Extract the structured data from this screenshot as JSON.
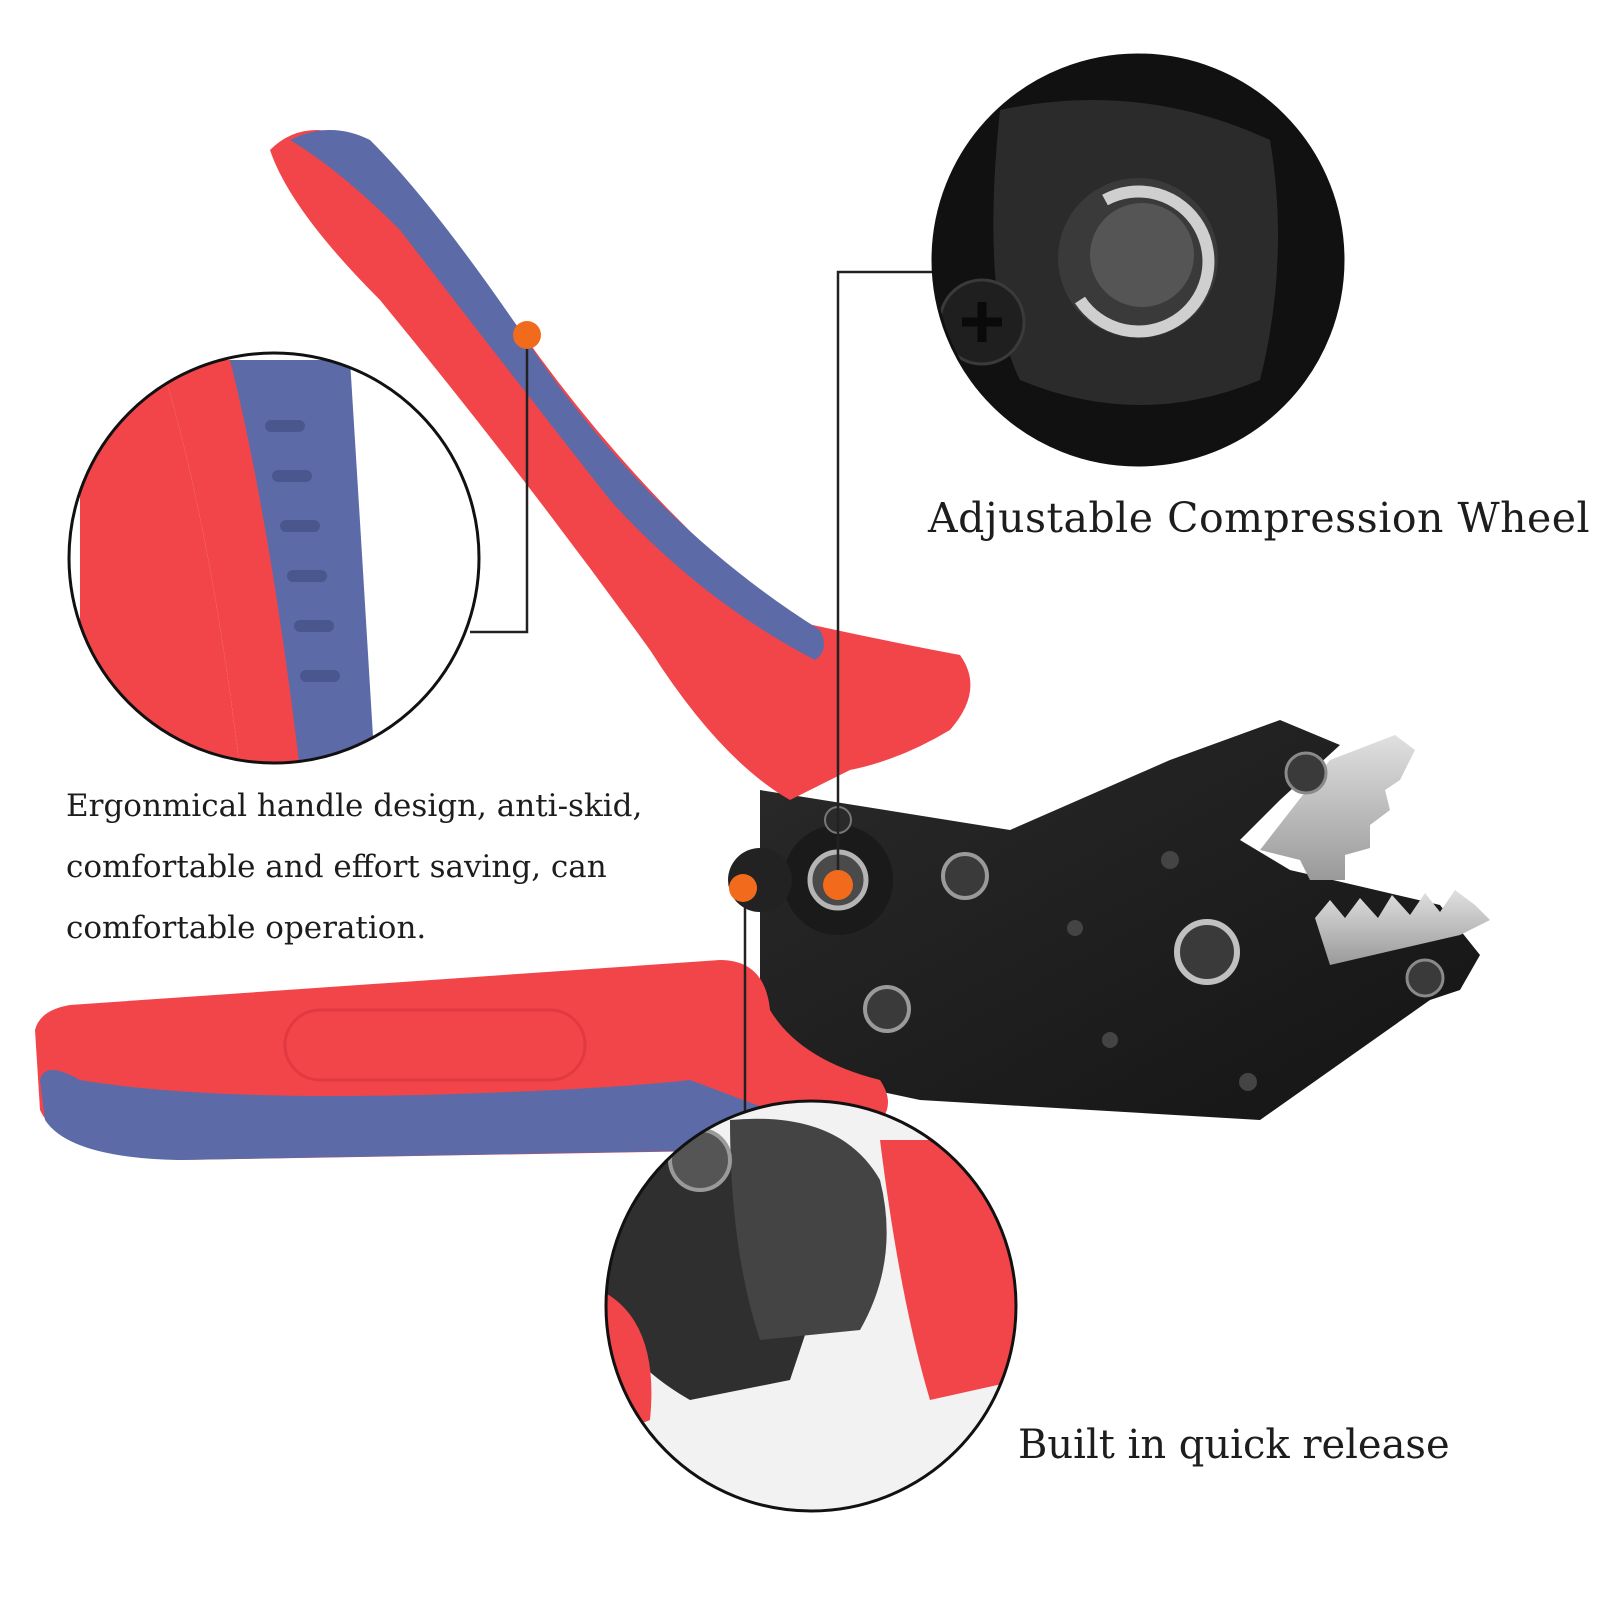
{
  "captions": {
    "wheel": "Adjustable Compression Wheel",
    "handle_lines": [
      "Ergonmical handle design, anti-skid,",
      "comfortable and effort saving, can",
      "comfortable operation."
    ],
    "release": "Built in quick release"
  },
  "colors": {
    "handle_red": "#f2454a",
    "grip_blue": "#5c6aa8",
    "steel_black": "#1b1b1b",
    "callout_dot": "#f26a1b",
    "chrome": "#b8b8b8",
    "background": "#ffffff"
  }
}
